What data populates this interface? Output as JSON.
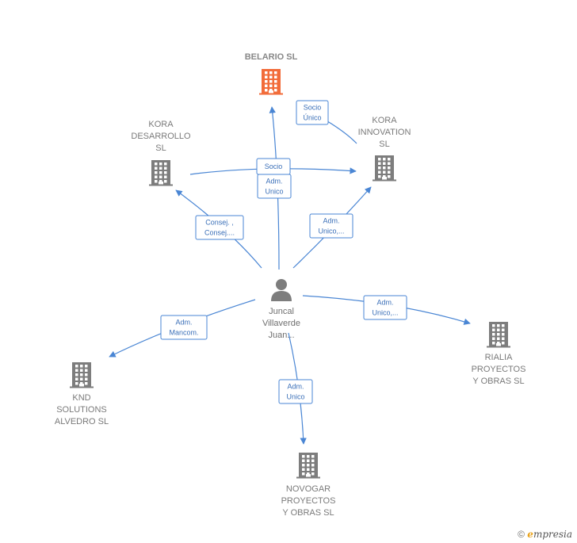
{
  "colors": {
    "edge": "#4a86d4",
    "company": "#7d7d7d",
    "main_company": "#f26c3a",
    "person": "#7d7d7d"
  },
  "nodes": [
    {
      "id": "belario",
      "type": "company",
      "main": true,
      "label": [
        "BELARIO  SL"
      ],
      "icon": "building-icon"
    },
    {
      "id": "kora_desarrollo",
      "type": "company",
      "label": [
        "KORA",
        "DESARROLLO",
        "SL"
      ],
      "icon": "building-icon"
    },
    {
      "id": "kora_innovation",
      "type": "company",
      "label": [
        "KORA",
        "INNOVATION",
        "SL"
      ],
      "icon": "building-icon"
    },
    {
      "id": "juncal",
      "type": "person",
      "label": [
        "Juncal",
        "Villaverde",
        "Juan..."
      ],
      "icon": "person-icon"
    },
    {
      "id": "rialia",
      "type": "company",
      "label": [
        "RIALIA",
        "PROYECTOS",
        "Y OBRAS  SL"
      ],
      "icon": "building-icon"
    },
    {
      "id": "knd",
      "type": "company",
      "label": [
        "KND",
        "SOLUTIONS",
        "ALVEDRO  SL"
      ],
      "icon": "building-icon"
    },
    {
      "id": "novogar",
      "type": "company",
      "label": [
        "NOVOGAR",
        "PROYECTOS",
        "Y OBRAS  SL"
      ],
      "icon": "building-icon"
    }
  ],
  "edges": [
    {
      "id": "e1",
      "from": "kora_innovation",
      "to": "belario",
      "label": [
        "Socio",
        "Único"
      ]
    },
    {
      "id": "e2",
      "from": "kora_desarrollo",
      "to": "kora_innovation",
      "label": [
        "Socio"
      ]
    },
    {
      "id": "e3",
      "from": "juncal",
      "to": "belario",
      "label": [
        "Adm.",
        "Unico"
      ]
    },
    {
      "id": "e4",
      "from": "juncal",
      "to": "kora_desarrollo",
      "label": [
        "Consej. ,",
        "Consej...."
      ]
    },
    {
      "id": "e5",
      "from": "juncal",
      "to": "kora_innovation",
      "label": [
        "Adm.",
        "Unico,..."
      ]
    },
    {
      "id": "e6",
      "from": "juncal",
      "to": "rialia",
      "label": [
        "Adm.",
        "Unico,..."
      ]
    },
    {
      "id": "e7",
      "from": "juncal",
      "to": "knd",
      "label": [
        "Adm.",
        "Mancom."
      ]
    },
    {
      "id": "e8",
      "from": "juncal",
      "to": "novogar",
      "label": [
        "Adm.",
        "Unico"
      ]
    }
  ],
  "watermark": {
    "copyright": "©",
    "brand_initial": "e",
    "brand_rest": "mpresia"
  }
}
